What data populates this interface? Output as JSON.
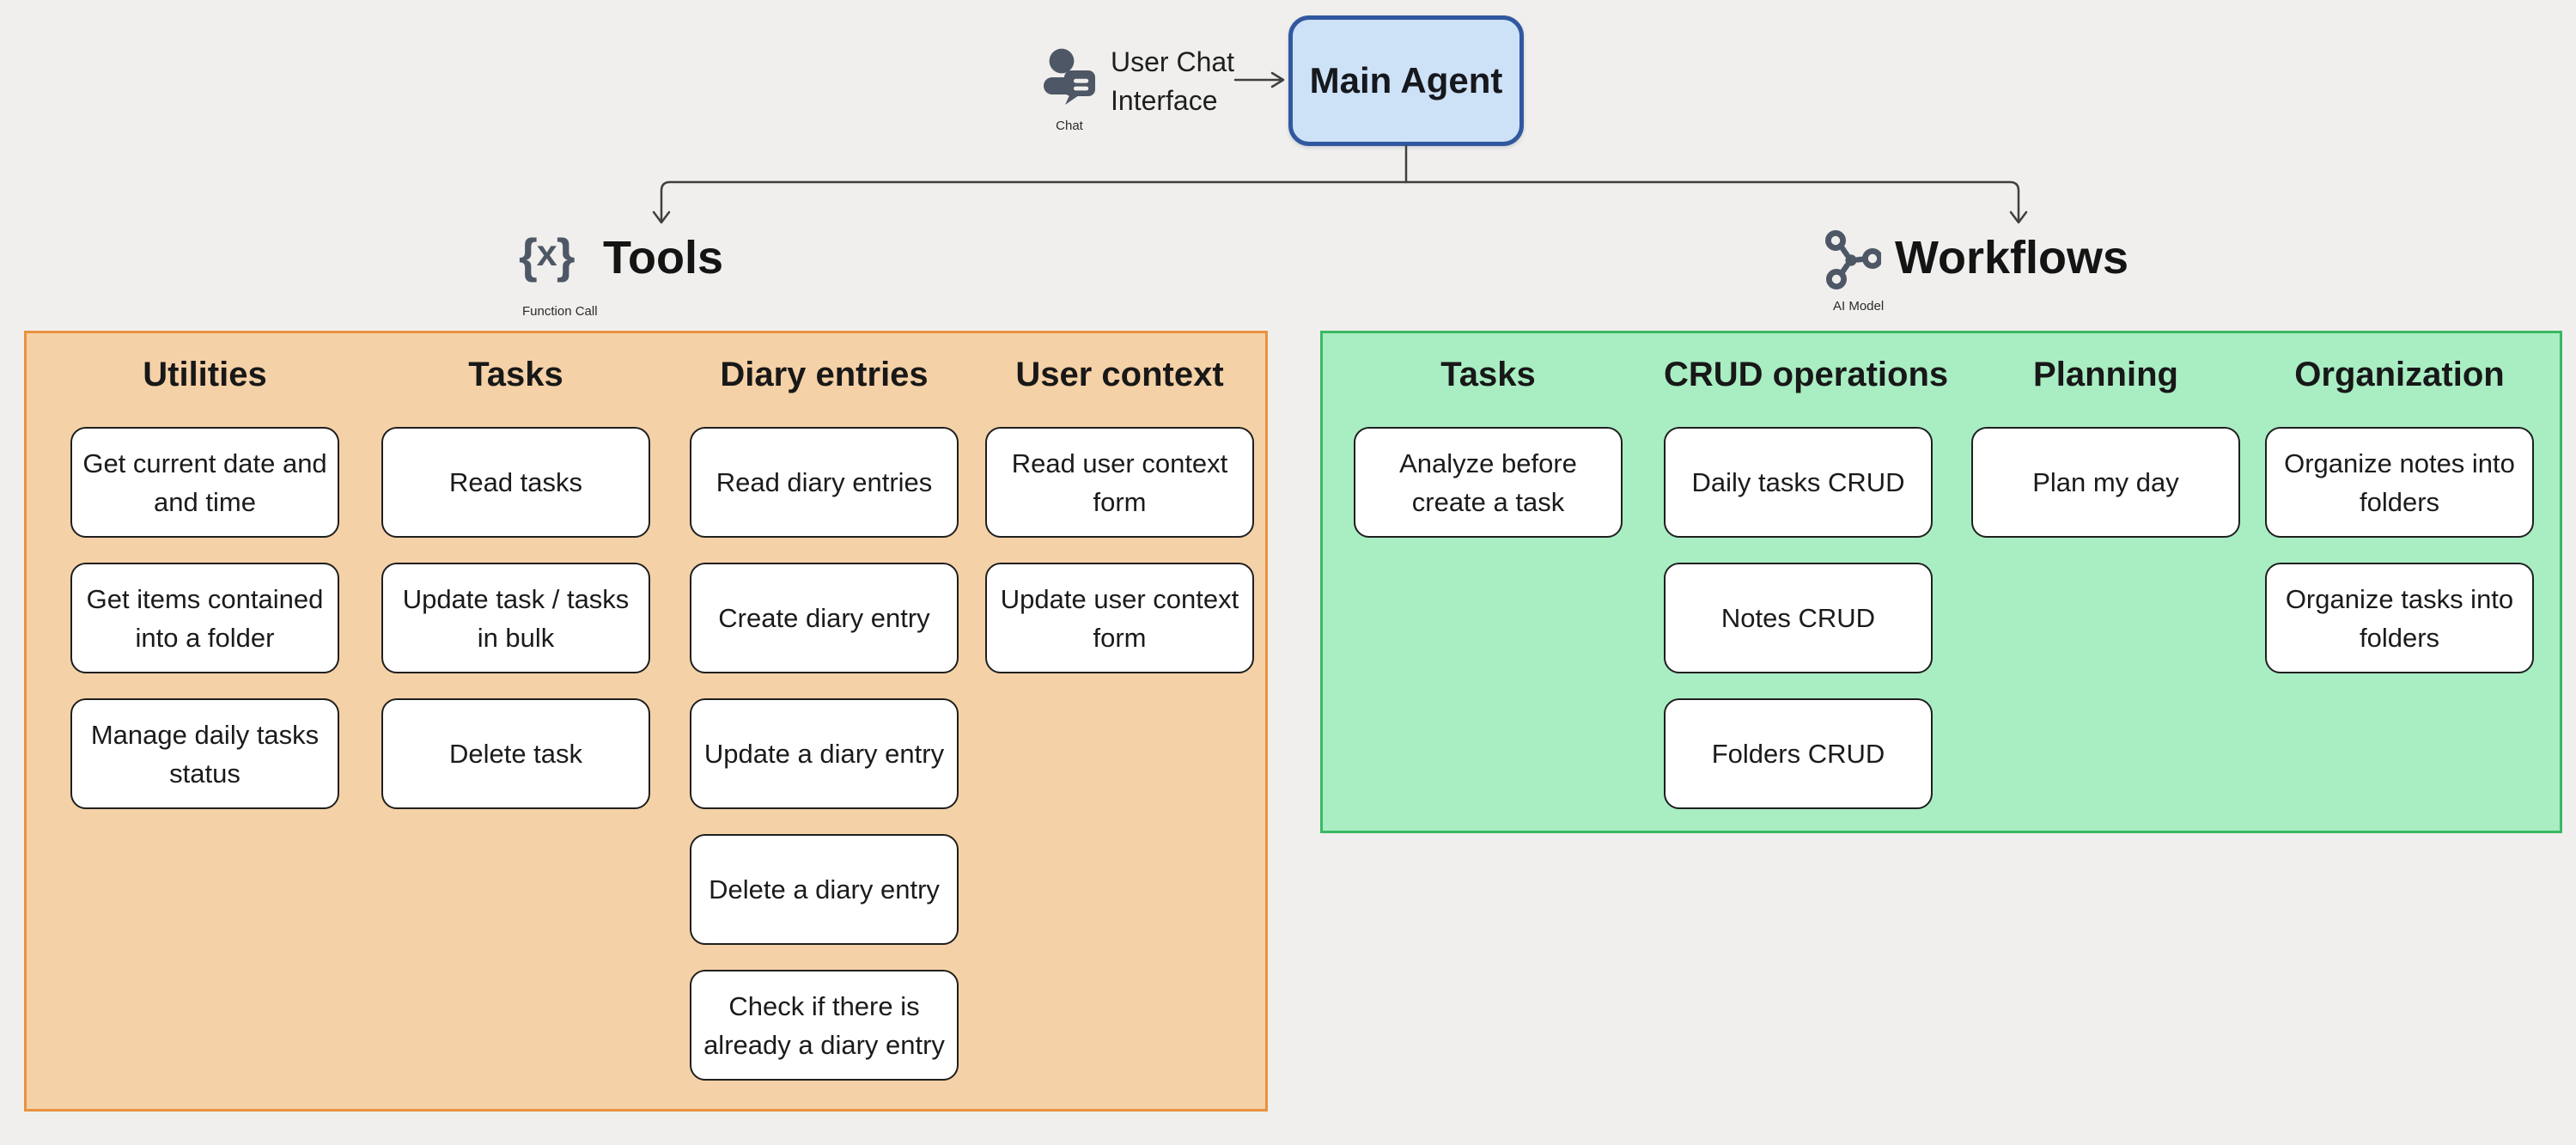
{
  "top": {
    "chat_label": "Chat",
    "user_chat_interface": "User Chat\nInterface",
    "main_agent": "Main Agent"
  },
  "icons": {
    "tools_glyph": [
      "{",
      "x",
      "}"
    ]
  },
  "sections": {
    "tools": {
      "title": "Tools",
      "subtitle": "Function Call",
      "columns": [
        {
          "header": "Utilities",
          "cards": [
            "Get current date and\nand time",
            "Get items contained\ninto a folder",
            "Manage daily tasks\nstatus"
          ]
        },
        {
          "header": "Tasks",
          "cards": [
            "Read tasks",
            "Update task / tasks\nin bulk",
            "Delete task"
          ]
        },
        {
          "header": "Diary entries",
          "cards": [
            "Read diary entries",
            "Create diary entry",
            "Update a diary entry",
            "Delete a diary entry",
            "Check if there is\nalready a diary entry"
          ]
        },
        {
          "header": "User context",
          "cards": [
            "Read user context\nform",
            "Update user context\nform"
          ]
        }
      ]
    },
    "workflows": {
      "title": "Workflows",
      "subtitle": "AI Model",
      "columns": [
        {
          "header": "Tasks",
          "cards": [
            "Analyze before\ncreate a task"
          ]
        },
        {
          "header": "CRUD operations",
          "cards": [
            "Daily tasks CRUD",
            "Notes CRUD",
            "Folders CRUD"
          ]
        },
        {
          "header": "Planning",
          "cards": [
            "Plan my day"
          ]
        },
        {
          "header": "Organization",
          "cards": [
            "Organize notes into\nfolders",
            "Organize tasks into\nfolders"
          ]
        }
      ]
    }
  },
  "colors": {
    "background": "#f0efed",
    "accent_blue_fill": "#cde1f7",
    "accent_blue_border": "#31589f",
    "tools_fill": "#f5d1a7",
    "tools_border": "#e8923f",
    "workflows_fill": "#a9edc3",
    "workflows_border": "#3bb863",
    "card_fill": "#ffffff",
    "card_border": "#1f1f1f",
    "icon_gray": "#4e5765",
    "line_color": "#3f3f3f"
  }
}
